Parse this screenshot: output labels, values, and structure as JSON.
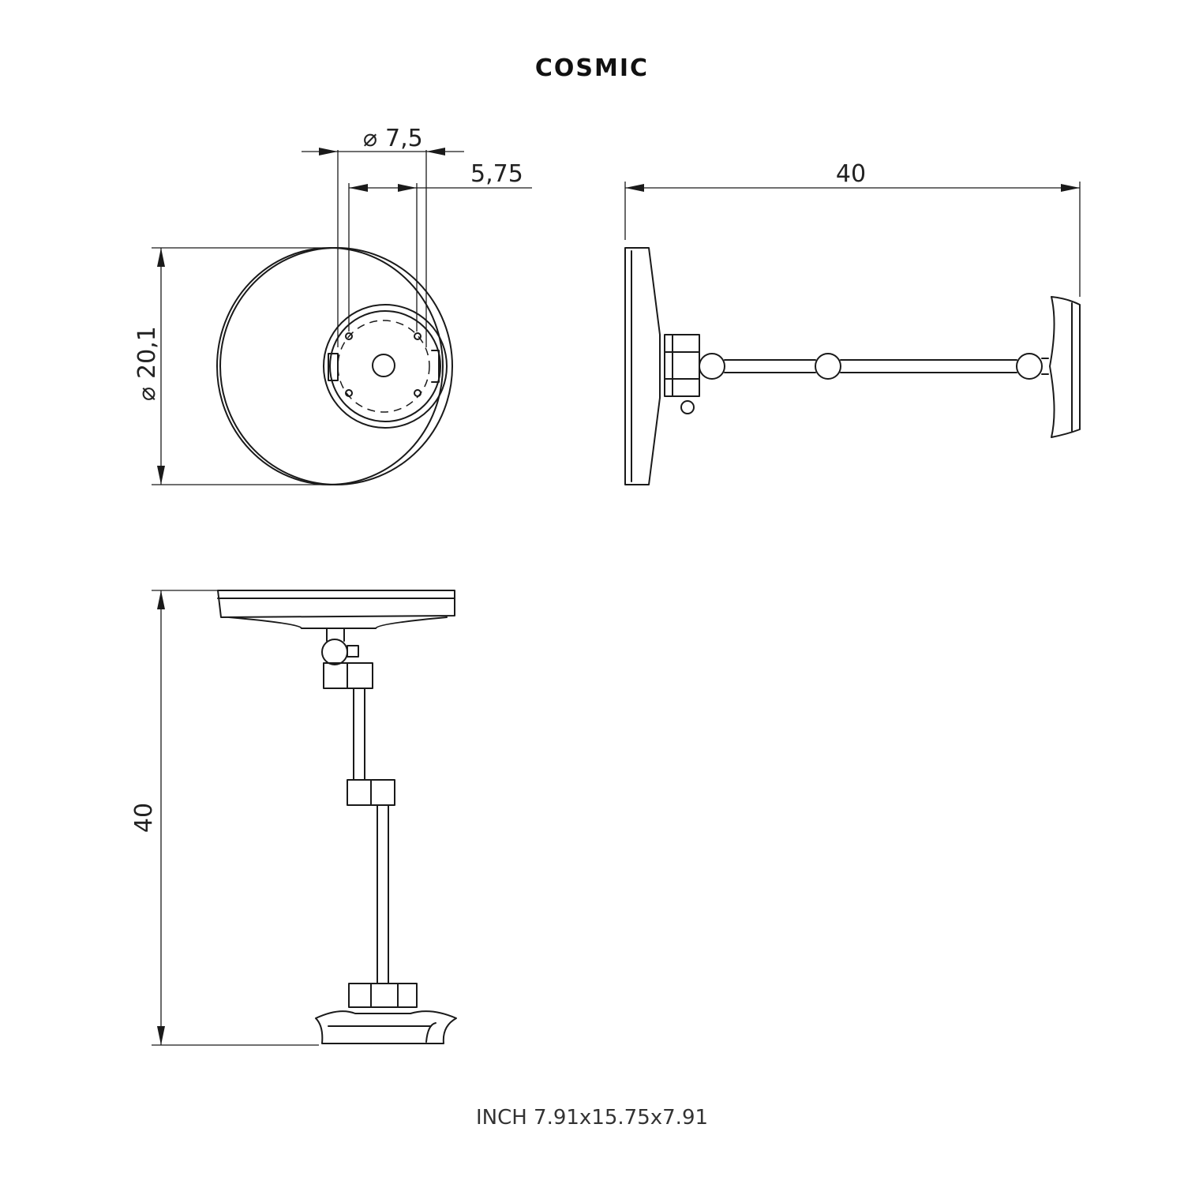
{
  "brand": "COSMIC",
  "dimensions": {
    "top_diameter": "7,5",
    "top_spacing": "5,75",
    "front_diameter": "20,1",
    "side_width": "40",
    "top_view_height": "40"
  },
  "diameter_symbol": "⌀",
  "footer": "INCH 7.91x15.75x7.91"
}
